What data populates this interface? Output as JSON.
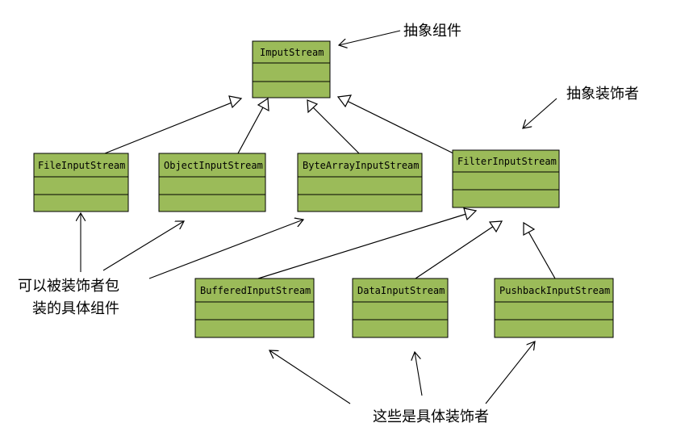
{
  "classes": {
    "inputstream": "ImputStream",
    "fileinputstream": "FileInputStream",
    "objectinputstream": "ObjectInputStream",
    "bytearrayinputstream": "ByteArrayInputStream",
    "filterinputstream": "FilterInputStream",
    "bufferedinputstream": "BufferedInputStream",
    "datainputstream": "DataInputStream",
    "pushbackinputstream": "PushbackInputStream"
  },
  "annotations": {
    "abstract_component": "抽象组件",
    "abstract_decorator": "抽象装饰者",
    "concrete_components_line1": "可以被装饰者包",
    "concrete_components_line2": "装的具体组件",
    "concrete_decorators": "这些是具体装饰者"
  },
  "colors": {
    "box_fill": "#9bbb59",
    "line": "#000000"
  }
}
